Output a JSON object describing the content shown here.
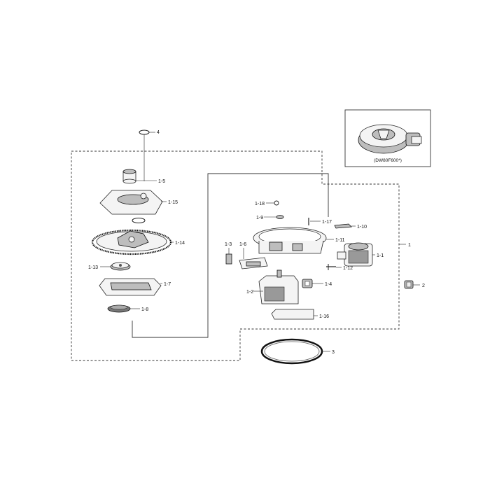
{
  "inset": {
    "caption": "(DW80F600*)"
  },
  "callouts": {
    "c4": "4",
    "c1_5": "1-5",
    "c1_15": "1-15",
    "c1_14": "1-14",
    "c1_13": "1-13",
    "c1_7": "1-7",
    "c1_8": "1-8",
    "c1_18": "1-18",
    "c1_9": "1-9",
    "c1_17": "1-17",
    "c1_10": "1-10",
    "c1_11": "1-11",
    "c1": "1",
    "c1_3": "1-3",
    "c1_6": "1-6",
    "c1_1": "1-1",
    "c1_12": "1-12",
    "c1_4": "1-4",
    "c2": "2",
    "c1_2": "1-2",
    "c1_16": "1-16",
    "c3": "3"
  }
}
